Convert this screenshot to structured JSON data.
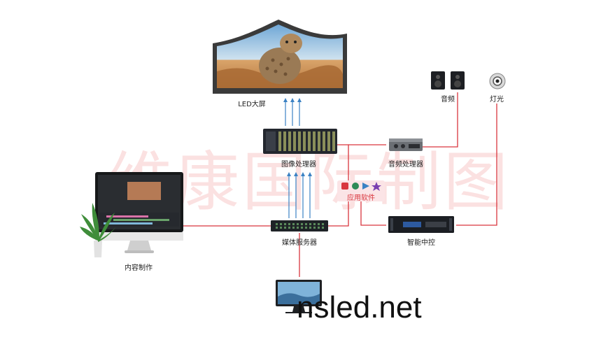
{
  "watermark": "维康国际制图",
  "domain_text": "nsled.net",
  "labels": {
    "led_screen": "LED大屏",
    "image_processor": "图像处理器",
    "audio_processor": "音频处理器",
    "speaker": "音频",
    "light": "灯光",
    "media_server": "媒体服务器",
    "smart_control": "智能中控",
    "content_creation": "内容制作",
    "app_software": "应用软件"
  },
  "colors": {
    "wire": "#d9363e",
    "arrow": "#3b82c4",
    "device_dark": "#23272e",
    "screen_frame": "#3a3a3a"
  },
  "icons": {
    "led_screen": "curved-led-screen-icon",
    "image_processor": "rack-processor-icon",
    "audio_processor": "audio-processor-icon",
    "speaker": "speaker-pair-icon",
    "light": "stage-light-icon",
    "media_server": "media-server-icon",
    "smart_control": "central-control-icon",
    "content_creation": "imac-workstation-icon",
    "monitor": "monitor-icon",
    "app_software": "app-software-icons"
  }
}
